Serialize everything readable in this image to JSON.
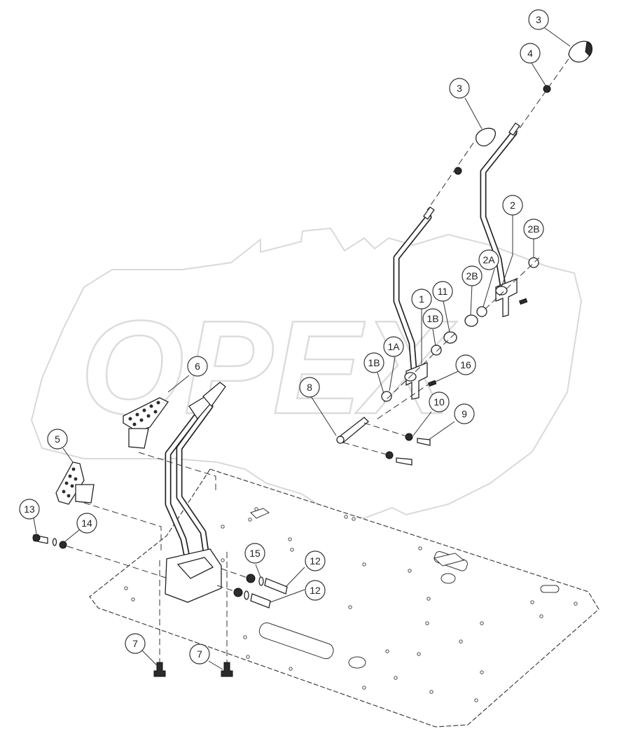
{
  "watermark": {
    "text": "OPEX"
  },
  "callouts": {
    "c3_top": "3",
    "c4": "4",
    "c3_mid": "3",
    "c2": "2",
    "c2B_upper": "2B",
    "c2A": "2A",
    "c2B_lower": "2B",
    "c11": "11",
    "c1": "1",
    "c1B_upper": "1B",
    "c1A": "1A",
    "c1B_lower": "1B",
    "c16": "16",
    "c6": "6",
    "c8": "8",
    "c10": "10",
    "c9": "9",
    "c5": "5",
    "c13": "13",
    "c14": "14",
    "c15": "15",
    "c12_upper": "12",
    "c12_lower": "12",
    "c7_left": "7",
    "c7_right": "7"
  }
}
